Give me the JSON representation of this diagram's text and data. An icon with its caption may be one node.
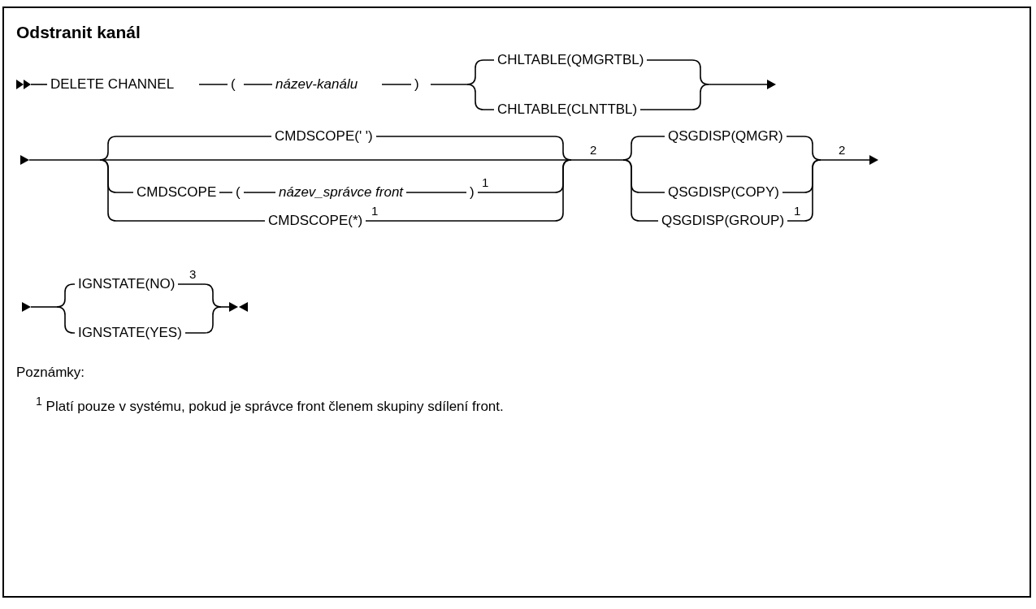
{
  "diagram": {
    "title": "Odstranit kanál",
    "labels": [
      "DELETE CHANNEL",
      "(",
      "název-kanálu",
      ")",
      "CHLTABLE(QMGRTBL)",
      "CHLTABLE(CLNTTBL)",
      "CMDSCOPE(' ')",
      "CMDSCOPE",
      "(",
      "název_správce front",
      ")",
      "1",
      "CMDSCOPE(*)",
      "1",
      "2",
      "QSGDISP(QMGR)",
      "QSGDISP(COPY)",
      "QSGDISP(GROUP)",
      "1",
      "2",
      "IGNSTATE(NO)",
      "3",
      "IGNSTATE(YES)",
      "Poznámky:",
      "$^{1}$ Platí pouze v systému, pokud je správce front členem skupiny sdílení front."
    ]
  }
}
